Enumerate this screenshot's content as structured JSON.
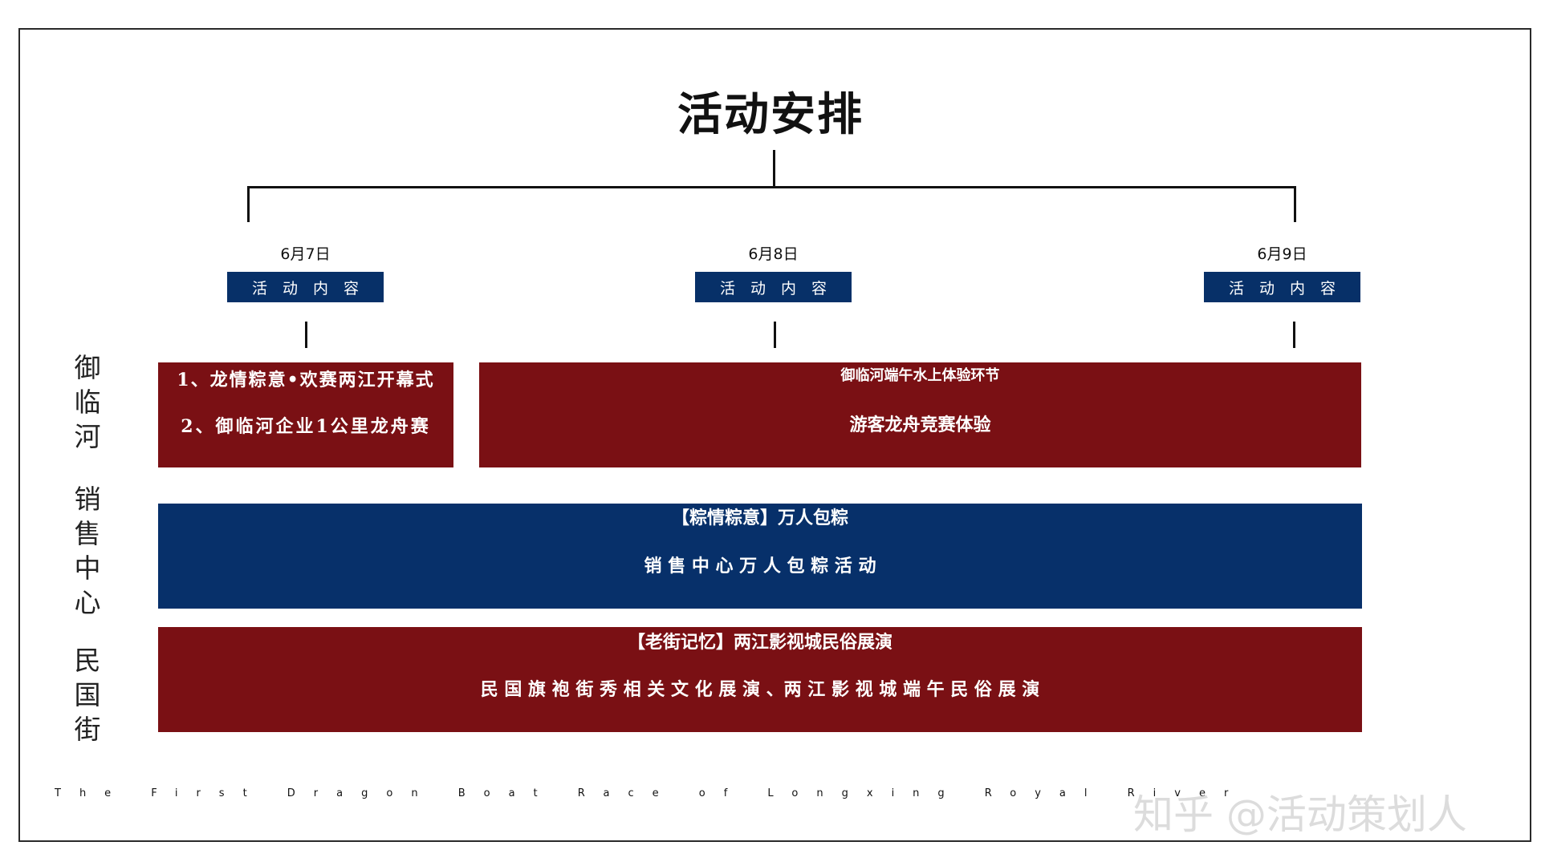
{
  "title": "活动安排",
  "days": [
    {
      "date": "6月7日",
      "tag": "活　动　内　容"
    },
    {
      "date": "6月8日",
      "tag": "活　动　内　容"
    },
    {
      "date": "6月9日",
      "tag": "活　动　内　容"
    }
  ],
  "venues": [
    {
      "name": "御临河"
    },
    {
      "name": "销售中心"
    },
    {
      "name": "民国街"
    }
  ],
  "row1": {
    "left": {
      "line1": "1、龙情粽意•欢赛两江开幕式",
      "line2": "2、御临河企业1公里龙舟赛"
    },
    "right": {
      "heading": "御临河端午水上体验环节",
      "body": "游客龙舟竞赛体验"
    }
  },
  "row2": {
    "heading": "【粽情粽意】万人包粽",
    "body": "销 售 中 心 万 人 包 粽 活 动"
  },
  "row3": {
    "heading": "【老街记忆】两江影视城民俗展演",
    "body": "民 国 旗 袍 街 秀 相 关 文 化 展 演 、两 江 影 视 城 端 午 民 俗 展 演"
  },
  "footer": "The First Dragon Boat Race of Longxing Royal River",
  "watermark": "知乎 @活动策划人",
  "colors": {
    "red": "#7a1014",
    "blue": "#07306a"
  }
}
